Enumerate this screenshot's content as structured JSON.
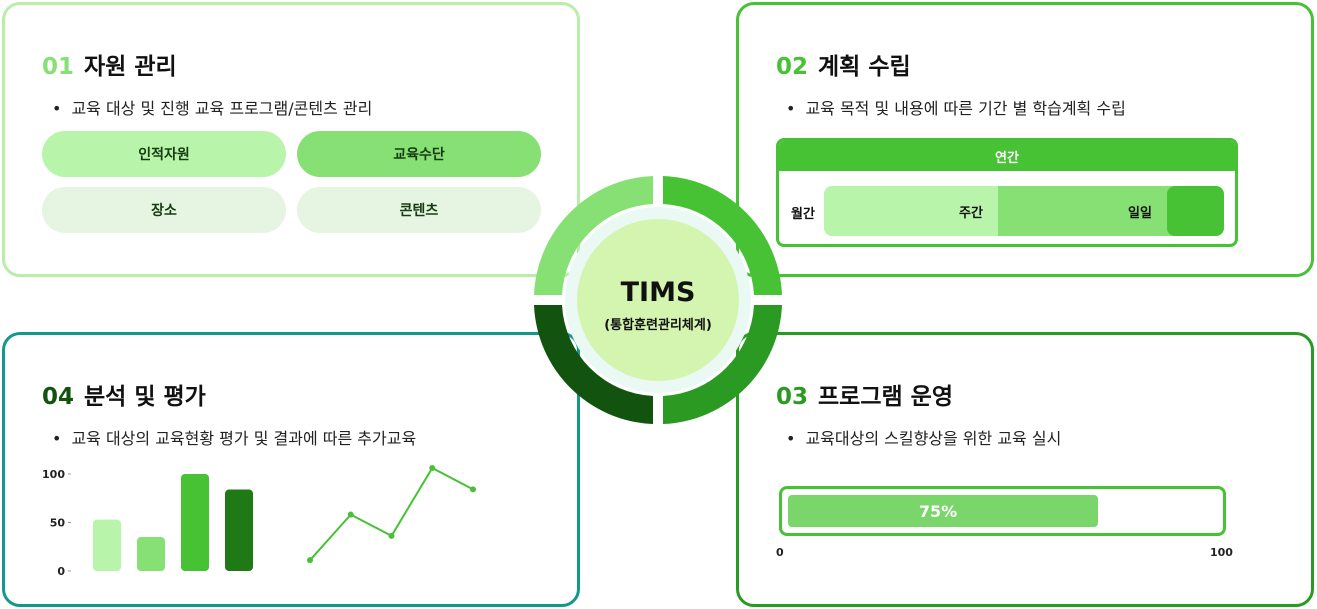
{
  "center": {
    "title": "TIMS",
    "subtitle": "(통합훈련관리체계)"
  },
  "colors": {
    "light": "#b9f4ab",
    "mid": "#86e074",
    "green": "#46c234",
    "dark": "#2a9a22",
    "darker": "#1f7a15",
    "darkest": "#135310"
  },
  "card1": {
    "num": "01",
    "title": "자원 관리",
    "bullet": "교육 대상 및 진행 교육 프로그램/콘텐츠 관리",
    "pills": [
      "인적자원",
      "교육수단",
      "장소",
      "콘텐츠"
    ]
  },
  "card2": {
    "num": "02",
    "title": "계획 수립",
    "bullet": "교육 목적 및 내용에 따른 기간 별 학습계획 수립",
    "header": "연간",
    "row": [
      "월간",
      "주간",
      "일일"
    ]
  },
  "card3": {
    "num": "03",
    "title": "프로그램 운영",
    "bullet": "교육대상의 스킬향상을 위한 교육 실시",
    "progress_label": "75%",
    "progress": 0.75,
    "scale_min": "0",
    "scale_max": "100"
  },
  "card4": {
    "num": "04",
    "title": "분석 및 평가",
    "bullet": "교육 대상의 교육현황 평가 및 결과에 따른 추가교육"
  },
  "chart_data": [
    {
      "type": "bar",
      "yticks": [
        "100",
        "50",
        "0"
      ],
      "ylim": [
        0,
        100
      ],
      "values": [
        53,
        35,
        100,
        84
      ],
      "colors": [
        "#b9f4ab",
        "#86e074",
        "#46c234",
        "#1f7a15"
      ]
    },
    {
      "type": "line",
      "values": [
        5,
        52,
        30,
        100,
        78
      ]
    }
  ]
}
